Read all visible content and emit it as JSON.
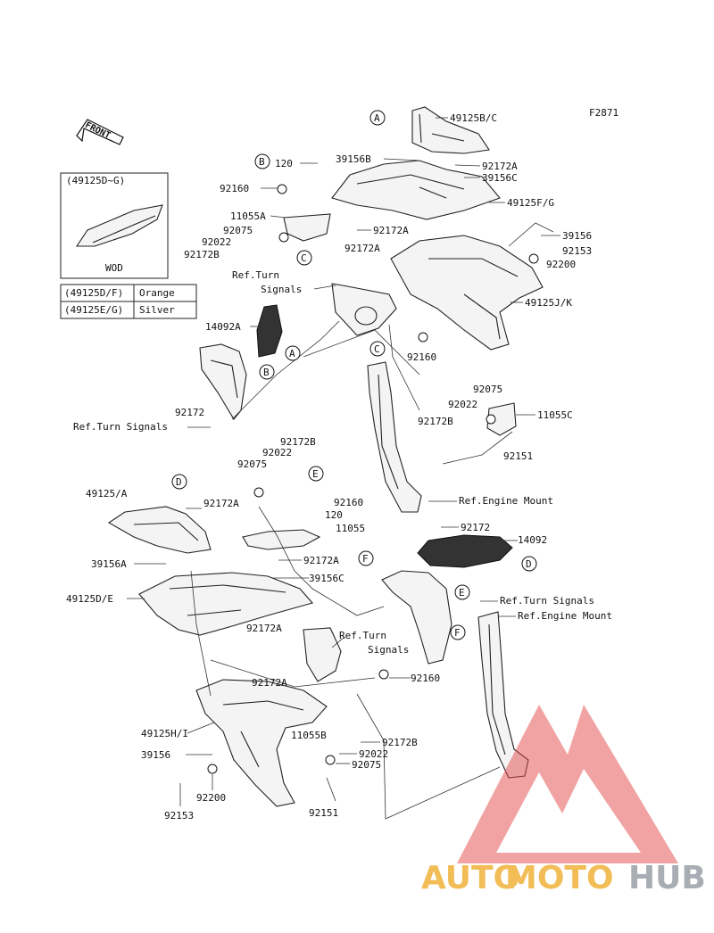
{
  "figure_code": "F2871",
  "front_arrow": "FRONT",
  "inset": {
    "title": "(49125D~G)",
    "caption": "WOD",
    "legend": [
      {
        "code": "(49125D/F)",
        "color": "Orange"
      },
      {
        "code": "(49125E/G)",
        "color": "Silver"
      }
    ]
  },
  "callouts": [
    {
      "id": "c-49125bc",
      "text": "49125B/C"
    },
    {
      "id": "c-39156b",
      "text": "39156B"
    },
    {
      "id": "c-92172a-1",
      "text": "92172A"
    },
    {
      "id": "c-39156c-1",
      "text": "39156C"
    },
    {
      "id": "c-49125fg",
      "text": "49125F/G"
    },
    {
      "id": "c-120-1",
      "text": "120"
    },
    {
      "id": "c-92160-1",
      "text": "92160"
    },
    {
      "id": "c-11055a",
      "text": "11055A"
    },
    {
      "id": "c-92075-1",
      "text": "92075"
    },
    {
      "id": "c-92022-1",
      "text": "92022"
    },
    {
      "id": "c-92172b-1",
      "text": "92172B"
    },
    {
      "id": "c-92172a-2",
      "text": "92172A"
    },
    {
      "id": "c-92172a-3",
      "text": "92172A"
    },
    {
      "id": "c-39156-1",
      "text": "39156"
    },
    {
      "id": "c-92153-1",
      "text": "92153"
    },
    {
      "id": "c-92200-1",
      "text": "92200"
    },
    {
      "id": "c-ref-turn-1a",
      "text": "Ref.Turn"
    },
    {
      "id": "c-ref-turn-1b",
      "text": "Signals"
    },
    {
      "id": "c-49125jk",
      "text": "49125J/K"
    },
    {
      "id": "c-14092a",
      "text": "14092A"
    },
    {
      "id": "c-92160-2",
      "text": "92160"
    },
    {
      "id": "c-92075-2",
      "text": "92075"
    },
    {
      "id": "c-92022-2",
      "text": "92022"
    },
    {
      "id": "c-92172b-2",
      "text": "92172B"
    },
    {
      "id": "c-11055c",
      "text": "11055C"
    },
    {
      "id": "c-92172-1",
      "text": "92172"
    },
    {
      "id": "c-ref-turn-2",
      "text": "Ref.Turn Signals"
    },
    {
      "id": "c-92151-1",
      "text": "92151"
    },
    {
      "id": "c-92172b-3",
      "text": "92172B"
    },
    {
      "id": "c-92022-3",
      "text": "92022"
    },
    {
      "id": "c-92075-3",
      "text": "92075"
    },
    {
      "id": "c-ref-engine-1",
      "text": "Ref.Engine Mount"
    },
    {
      "id": "c-49125a",
      "text": "49125/A"
    },
    {
      "id": "c-92172a-4",
      "text": "92172A"
    },
    {
      "id": "c-92160-3",
      "text": "92160"
    },
    {
      "id": "c-120-2",
      "text": "120"
    },
    {
      "id": "c-11055",
      "text": "11055"
    },
    {
      "id": "c-92172-2",
      "text": "92172"
    },
    {
      "id": "c-14092",
      "text": "14092"
    },
    {
      "id": "c-39156a",
      "text": "39156A"
    },
    {
      "id": "c-92172a-5",
      "text": "92172A"
    },
    {
      "id": "c-39156c-2",
      "text": "39156C"
    },
    {
      "id": "c-49125de",
      "text": "49125D/E"
    },
    {
      "id": "c-ref-turn-3",
      "text": "Ref.Turn Signals"
    },
    {
      "id": "c-ref-engine-2",
      "text": "Ref.Engine Mount"
    },
    {
      "id": "c-92172a-6",
      "text": "92172A"
    },
    {
      "id": "c-ref-turn-4a",
      "text": "Ref.Turn"
    },
    {
      "id": "c-ref-turn-4b",
      "text": "Signals"
    },
    {
      "id": "c-92172a-7",
      "text": "92172A"
    },
    {
      "id": "c-92160-4",
      "text": "92160"
    },
    {
      "id": "c-49125hi",
      "text": "49125H/I"
    },
    {
      "id": "c-11055b",
      "text": "11055B"
    },
    {
      "id": "c-92172b-4",
      "text": "92172B"
    },
    {
      "id": "c-39156-2",
      "text": "39156"
    },
    {
      "id": "c-92022-4",
      "text": "92022"
    },
    {
      "id": "c-92075-4",
      "text": "92075"
    },
    {
      "id": "c-92200-2",
      "text": "92200"
    },
    {
      "id": "c-92153-2",
      "text": "92153"
    },
    {
      "id": "c-92151-2",
      "text": "92151"
    }
  ],
  "markers": [
    {
      "id": "m-a1",
      "letter": "A"
    },
    {
      "id": "m-b1",
      "letter": "B"
    },
    {
      "id": "m-c1",
      "letter": "C"
    },
    {
      "id": "m-a2",
      "letter": "A"
    },
    {
      "id": "m-b2",
      "letter": "B"
    },
    {
      "id": "m-c2",
      "letter": "C"
    },
    {
      "id": "m-d1",
      "letter": "D"
    },
    {
      "id": "m-e1",
      "letter": "E"
    },
    {
      "id": "m-f1",
      "letter": "F"
    },
    {
      "id": "m-d2",
      "letter": "D"
    },
    {
      "id": "m-e2",
      "letter": "E"
    },
    {
      "id": "m-f2",
      "letter": "F"
    }
  ],
  "watermark": {
    "part1": "AUTO",
    "part2": "MOTO",
    "part3": "HUB",
    "color1": "#f0b23a",
    "color2": "#9aa0a6",
    "logo_color": "#e34b4b"
  }
}
